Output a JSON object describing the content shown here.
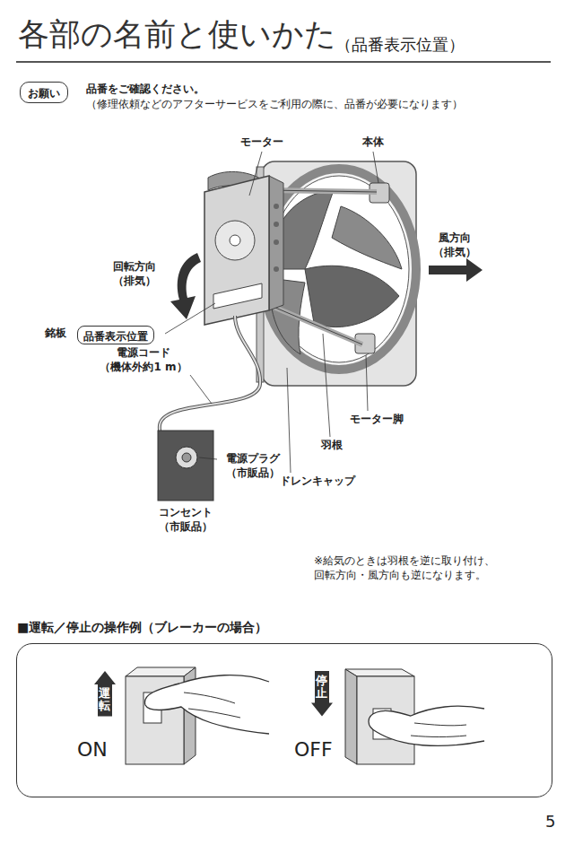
{
  "diagram": {
    "title": "各部の名前と使いかた",
    "nodes": [
      {
        "text": [
          "お願い"
        ]
      },
      {
        "text": [
          "品番表示位置"
        ]
      },
      {
        "text": [
          "■運転／停止の操作例（ブレーカーの場合）"
        ]
      },
      {
        "text": [
          "運転"
        ],
        "in": 2
      },
      {
        "text": [
          "停止"
        ],
        "in": 2
      }
    ],
    "labels": [
      "（品番表示位置）",
      "品番をご確認ください。",
      "（修理依頼などのアフターサービスをご利用の際に、品番が必要になります）",
      "モーター",
      "本体",
      "回転方向 （排気）",
      "風方向 （排気）",
      "銘板",
      "電源コード （機体外約1 m）",
      "モーター脚",
      "羽根",
      "電源プラグ （市販品）",
      "ドレンキャップ",
      "コンセント （市販品）",
      "※給気のときは羽根を逆に取り付け、 回転方向・風方向も逆になります。",
      "ON",
      "OFF",
      "5"
    ]
  }
}
